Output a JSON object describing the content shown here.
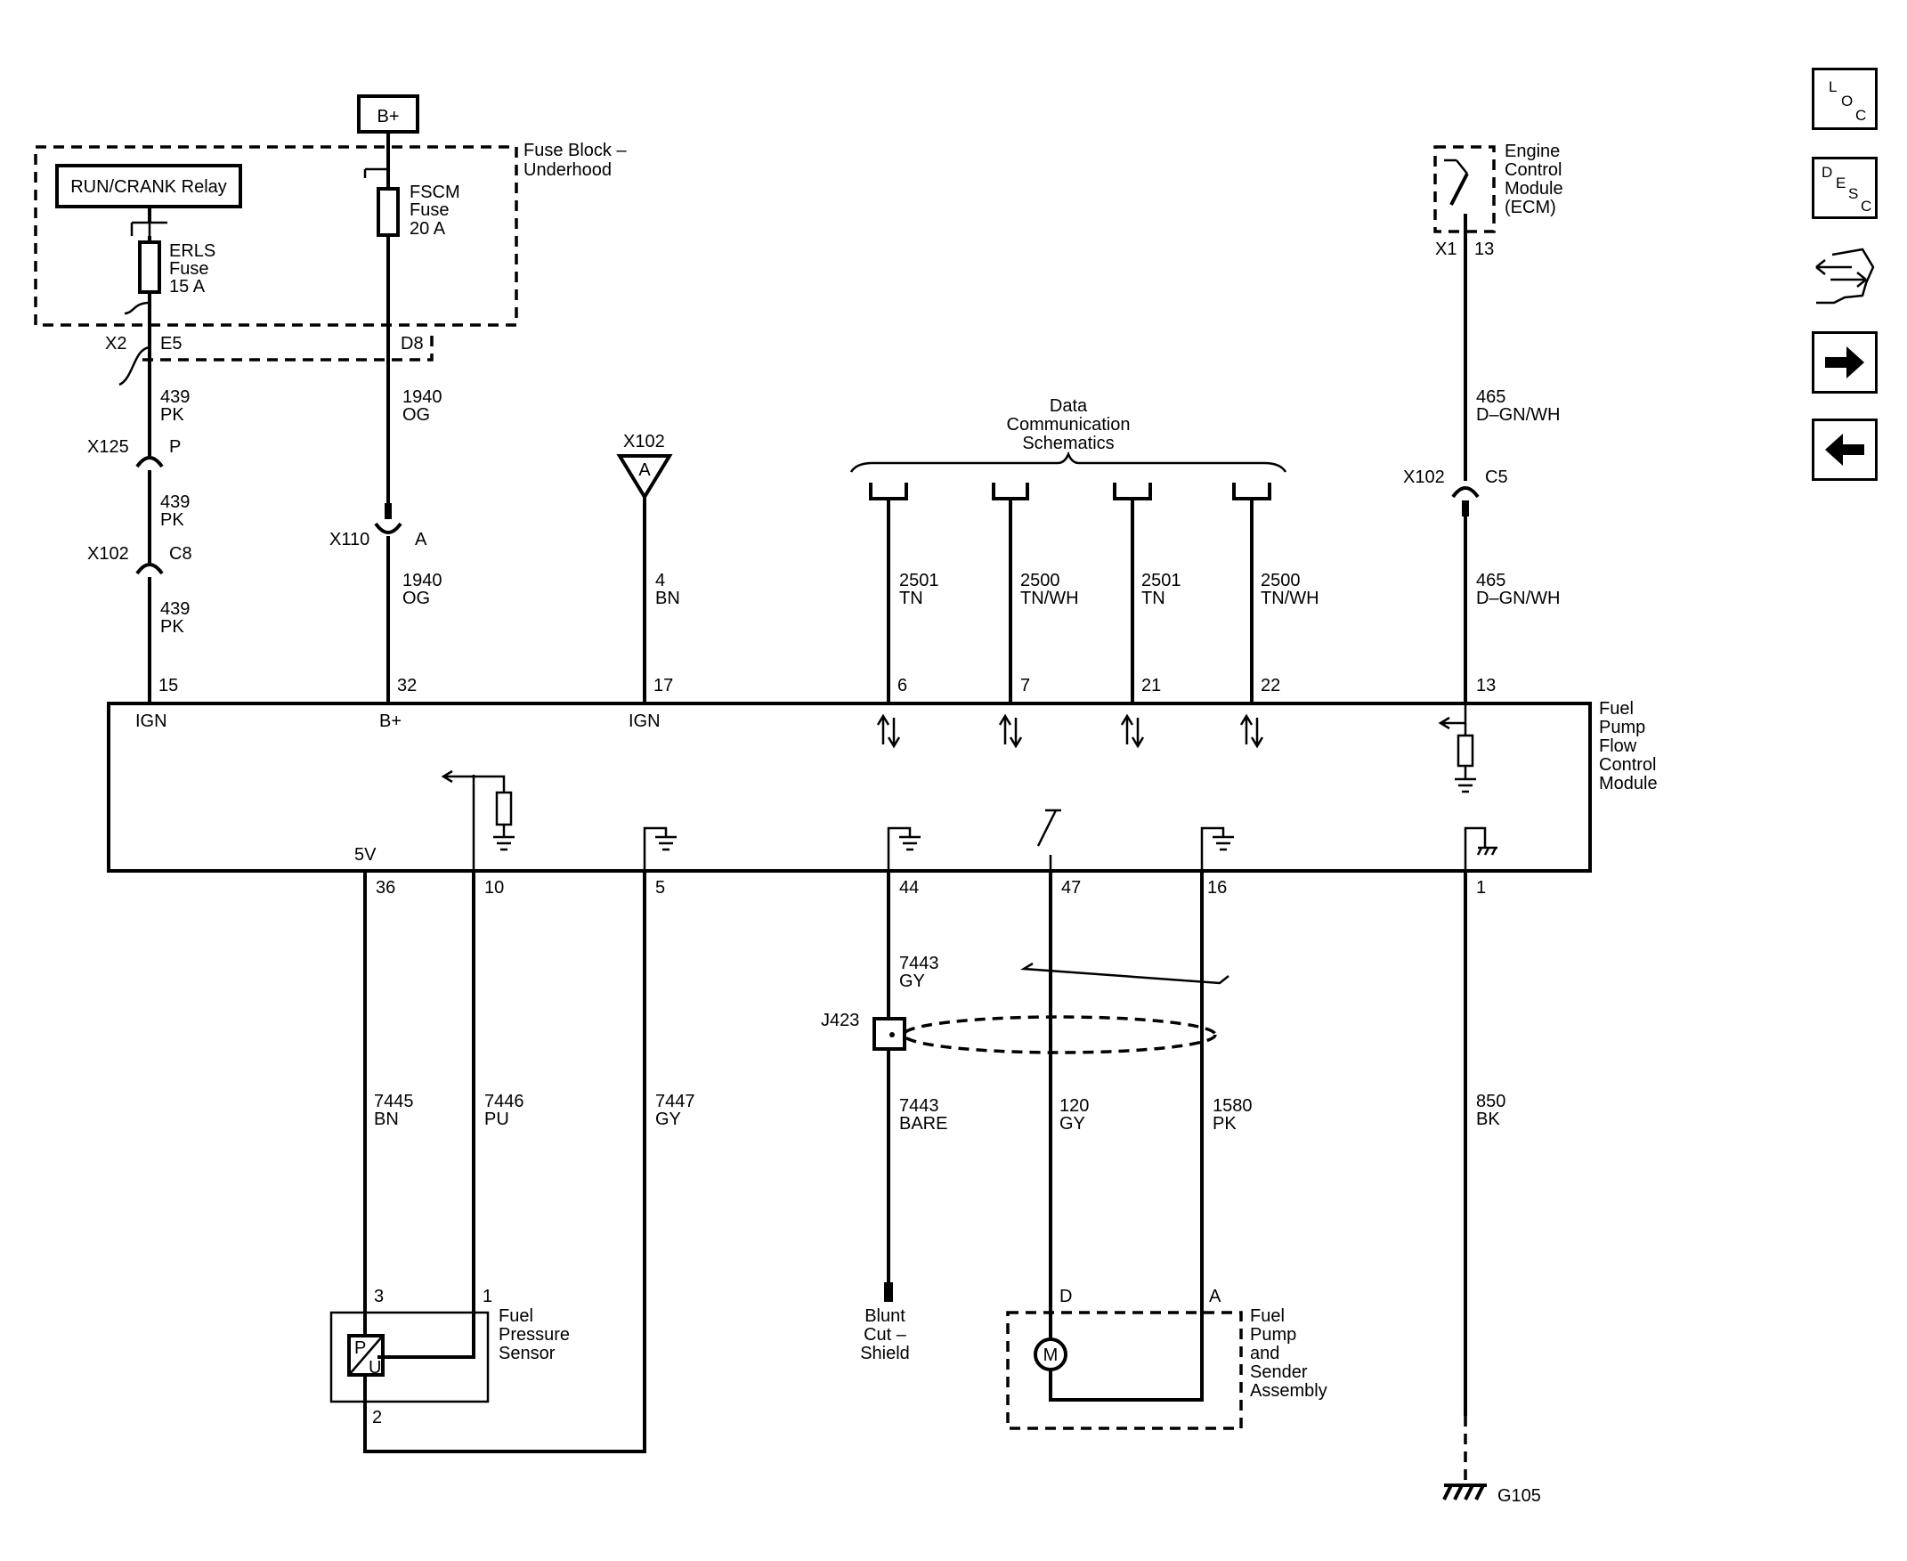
{
  "header": {
    "battery_label": "B+",
    "relay_label": "RUN/CRANK Relay",
    "fuse_block": {
      "line1": "Fuse Block –",
      "line2": "Underhood"
    },
    "erls_fuse": {
      "line1": "ERLS",
      "line2": "Fuse",
      "line3": "15 A"
    },
    "fscm_fuse": {
      "line1": "FSCM",
      "line2": "Fuse",
      "line3": "20 A"
    },
    "ecm": {
      "line1": "Engine",
      "line2": "Control",
      "line3": "Module",
      "line4": "(ECM)",
      "connector": "X1",
      "pin": "13"
    },
    "data_comm": {
      "line1": "Data",
      "line2": "Communication",
      "line3": "Schematics"
    }
  },
  "connectors": {
    "x2": "X2",
    "e5": "E5",
    "d8": "D8",
    "x125": "X125",
    "x125_pin": "P",
    "x102_c8": "X102",
    "c8": "C8",
    "x110": "X110",
    "x110_pin": "A",
    "x102_a": "X102",
    "x102_a_pin": "A",
    "x102_c5": "X102",
    "c5": "C5",
    "j423": "J423",
    "g105": "G105"
  },
  "wires_top": {
    "w439a": {
      "num": "439",
      "color": "PK"
    },
    "w439b": {
      "num": "439",
      "color": "PK"
    },
    "w439c": {
      "num": "439",
      "color": "PK"
    },
    "w1940a": {
      "num": "1940",
      "color": "OG"
    },
    "w1940b": {
      "num": "1940",
      "color": "OG"
    },
    "w4": {
      "num": "4",
      "color": "BN"
    },
    "w2501a": {
      "num": "2501",
      "color": "TN"
    },
    "w2500a": {
      "num": "2500",
      "color": "TN/WH"
    },
    "w2501b": {
      "num": "2501",
      "color": "TN"
    },
    "w2500b": {
      "num": "2500",
      "color": "TN/WH"
    },
    "w465a": {
      "num": "465",
      "color": "D–GN/WH"
    },
    "w465b": {
      "num": "465",
      "color": "D–GN/WH"
    }
  },
  "module": {
    "name": {
      "line1": "Fuel",
      "line2": "Pump",
      "line3": "Flow",
      "line4": "Control",
      "line5": "Module"
    },
    "top_pins": [
      "15",
      "32",
      "17",
      "6",
      "7",
      "21",
      "22",
      "13"
    ],
    "top_labels": {
      "ign1": "IGN",
      "bplus": "B+",
      "ign2": "IGN"
    },
    "bottom_pins": [
      "36",
      "10",
      "5",
      "44",
      "47",
      "16",
      "1"
    ],
    "bottom_label_5v": "5V"
  },
  "wires_bottom": {
    "w7445": {
      "num": "7445",
      "color": "BN"
    },
    "w7446": {
      "num": "7446",
      "color": "PU"
    },
    "w7447": {
      "num": "7447",
      "color": "GY"
    },
    "w7443a": {
      "num": "7443",
      "color": "GY"
    },
    "w7443b": {
      "num": "7443",
      "color": "BARE"
    },
    "w120": {
      "num": "120",
      "color": "GY"
    },
    "w1580": {
      "num": "1580",
      "color": "PK"
    },
    "w850": {
      "num": "850",
      "color": "BK"
    }
  },
  "components": {
    "pressure_sensor": {
      "line1": "Fuel",
      "line2": "Pressure",
      "line3": "Sensor",
      "pin3": "3",
      "pin1": "1",
      "pin2": "2",
      "symbol_p": "P",
      "symbol_u": "U"
    },
    "shield": {
      "line1": "Blunt",
      "line2": "Cut –",
      "line3": "Shield"
    },
    "pump": {
      "line1": "Fuel",
      "line2": "Pump",
      "line3": "and",
      "line4": "Sender",
      "line5": "Assembly",
      "pin_d": "D",
      "pin_a": "A",
      "motor": "M"
    }
  },
  "nav": {
    "loc": {
      "l1": "L",
      "l2": "O",
      "l3": "C"
    },
    "desc": {
      "l1": "D",
      "l2": "E",
      "l3": "S",
      "l4": "C"
    },
    "arrow_icon_names": [
      "connector-view-icon",
      "next-arrow-icon",
      "previous-arrow-icon"
    ]
  }
}
